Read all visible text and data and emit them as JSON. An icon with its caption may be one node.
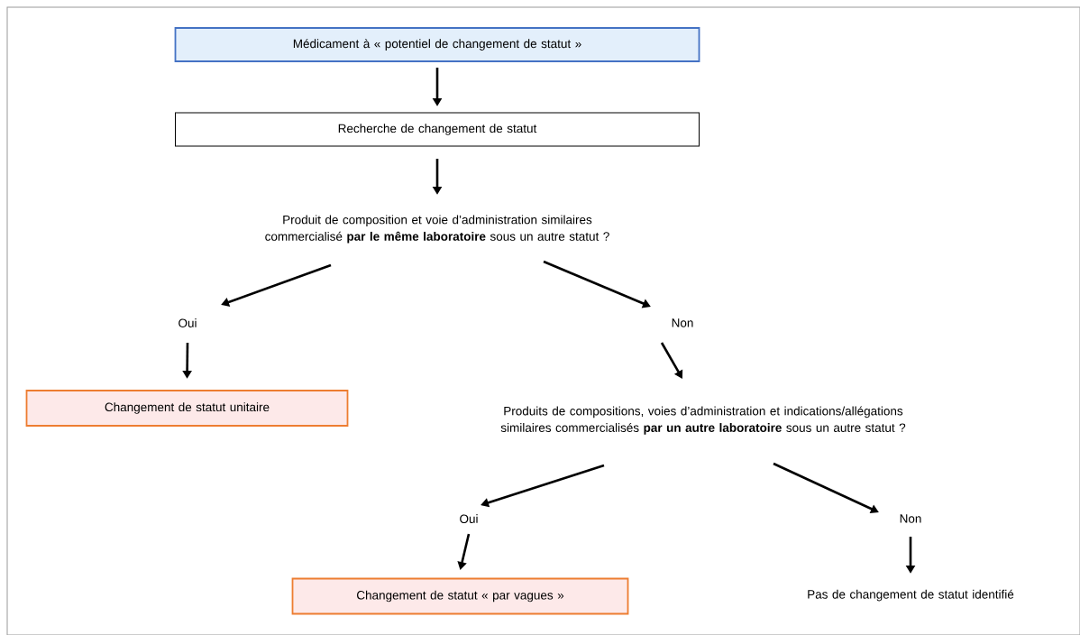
{
  "diagram": {
    "nodes": [
      {
        "text": [
          "Médicament à « potentiel de changement de statut »"
        ]
      },
      {
        "text": [
          "Recherche de changement de statut"
        ]
      },
      {
        "text": [
          "Produit de composition et voie d’administration similaires commercialisé **par le même laboratoire** sous un autre statut ?"
        ]
      },
      {
        "text": [
          "Oui"
        ]
      },
      {
        "text": [
          "Non"
        ]
      },
      {
        "text": [
          "Changement de statut unitaire"
        ]
      },
      {
        "text": [
          "Produits de compositions, voies d’administration et indications/allégations similaires commercialisés **par un autre laboratoire** sous un autre statut ?"
        ]
      },
      {
        "text": [
          "Oui"
        ]
      },
      {
        "text": [
          "Non"
        ]
      },
      {
        "text": [
          "Changement de statut « par vagues »"
        ]
      },
      {
        "text": [
          "Pas de changement de statut identifié"
        ]
      }
    ],
    "edges": [
      {
        "from": 0,
        "to": 1,
        "arrow": "to"
      },
      {
        "from": 1,
        "to": 2,
        "arrow": "to"
      },
      {
        "from": 2,
        "to": 3,
        "arrow": "to"
      },
      {
        "from": 2,
        "to": 4,
        "arrow": "to"
      },
      {
        "from": 3,
        "to": 5,
        "arrow": "to"
      },
      {
        "from": 4,
        "to": 6,
        "arrow": "to"
      },
      {
        "from": 6,
        "to": 7,
        "arrow": "to"
      },
      {
        "from": 6,
        "to": 8,
        "arrow": "to"
      },
      {
        "from": 7,
        "to": 9,
        "arrow": "to"
      },
      {
        "from": 8,
        "to": 10,
        "arrow": "to"
      }
    ]
  }
}
